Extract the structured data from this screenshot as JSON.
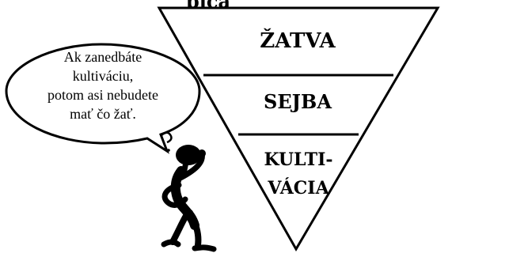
{
  "title": {
    "visible_text": "pica"
  },
  "pyramid": {
    "levels": [
      {
        "text": "ŽATVA"
      },
      {
        "text": "SEJBA"
      },
      {
        "text": "KULTI-"
      },
      {
        "text": "VÁCIA"
      }
    ]
  },
  "bubble": {
    "lines": [
      "Ak zanedbáte",
      "kultiváciu,",
      "potom asi nebudete",
      "mať čo žať."
    ]
  },
  "colors": {
    "ink": "#000000",
    "paper": "#ffffff"
  },
  "icons": {
    "thinking_figure": "thinking-stick-figure"
  }
}
